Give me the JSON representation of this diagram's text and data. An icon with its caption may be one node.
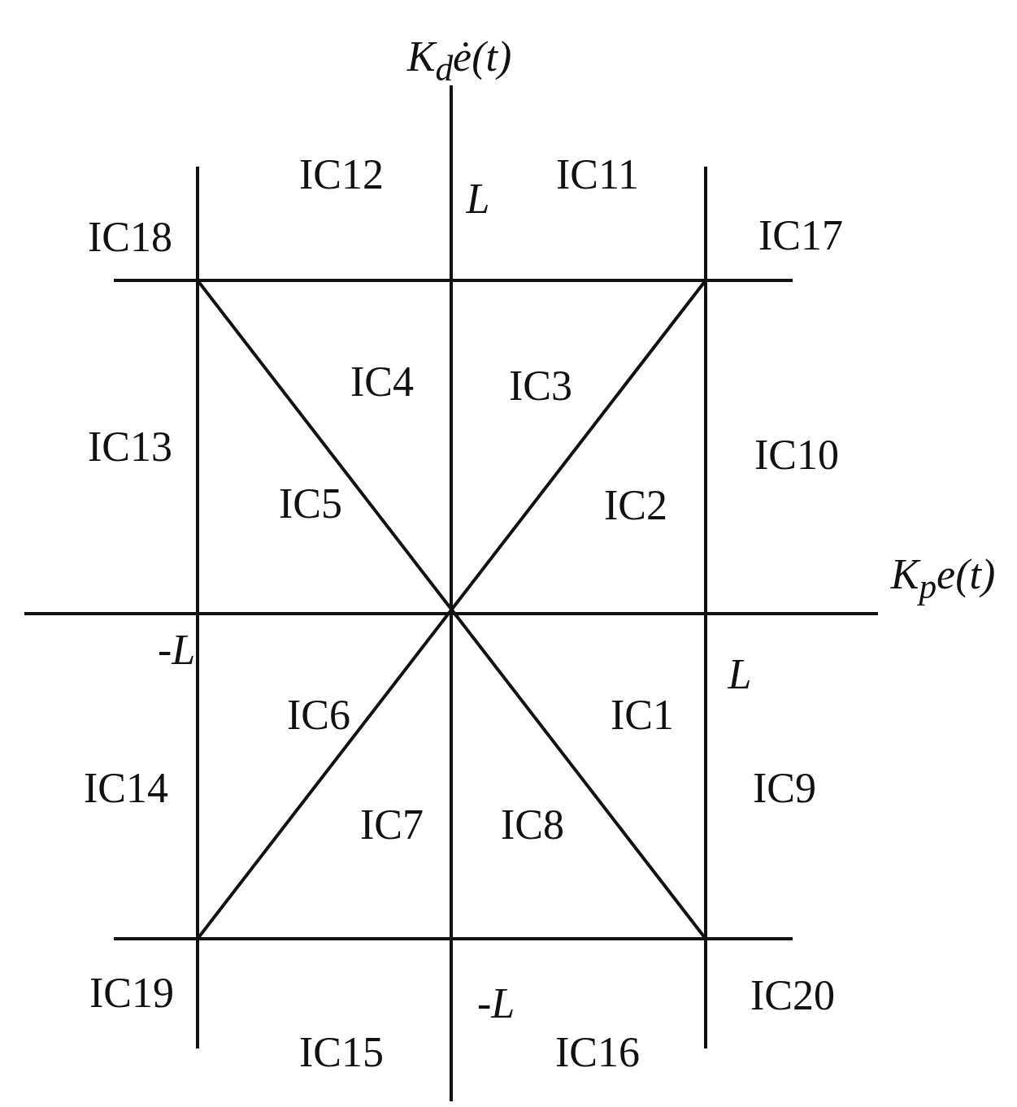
{
  "diagram": {
    "labels": [
      "K$_{d}$ė(t)",
      "IC12",
      "L",
      "IC11",
      "IC18",
      "IC17",
      "IC4",
      "IC3",
      "IC13",
      "IC10",
      "IC5",
      "IC2",
      "K$_{p}$e(t)",
      "-L",
      "L",
      "IC6",
      "IC1",
      "IC14",
      "IC9",
      "IC7",
      "IC8",
      "IC19",
      "-L",
      "IC20",
      "IC15",
      "IC16"
    ]
  }
}
